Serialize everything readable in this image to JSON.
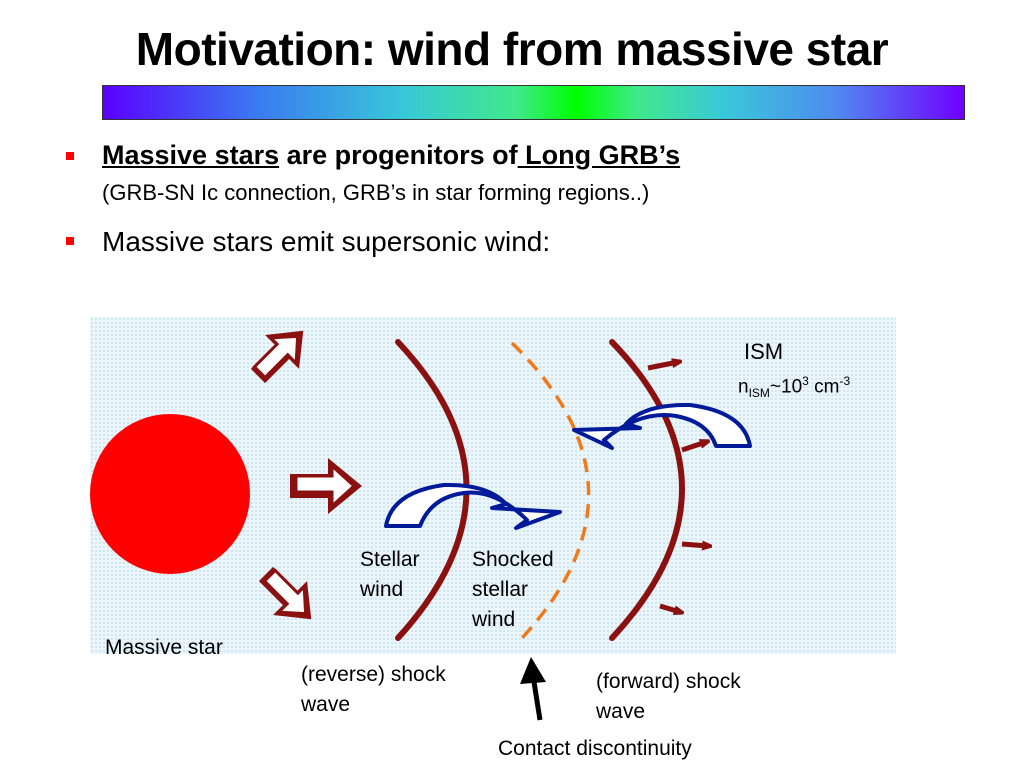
{
  "slide": {
    "title": "Motivation: wind from massive star",
    "bullets": [
      {
        "part1": "Massive stars",
        "part2": " are progenitors of",
        "part3": " Long GRB’s",
        "sub": "(GRB-SN Ic connection, GRB’s in star forming regions..)"
      },
      {
        "text": "Massive stars emit supersonic wind:"
      }
    ],
    "colors": {
      "bullet": "#ff0000",
      "star": "#ff0000",
      "shock": "#8b0000",
      "contact": "#f07a1a",
      "flow_arrow": "#001a99",
      "diagram_bg": "#eaf6fb"
    }
  },
  "diagram": {
    "ism_label": "ISM",
    "ism_density": {
      "n": "n",
      "sub": "ISM",
      "approx": "~10",
      "exp": "3",
      "unit": " cm",
      "unit_exp": "-3"
    },
    "labels": {
      "massive_star": "Massive star",
      "stellar_wind_1": "Stellar",
      "stellar_wind_2": "wind",
      "shocked_1": "Shocked",
      "shocked_2": "stellar",
      "shocked_3": "wind",
      "reverse_1": "(reverse) shock",
      "reverse_2": "wave",
      "forward_1": "(forward) shock",
      "forward_2": "wave",
      "contact": "Contact discontinuity"
    },
    "icons": [
      "wind-arrow-icon",
      "flow-arrow-icon",
      "pointer-arrow-icon"
    ]
  }
}
